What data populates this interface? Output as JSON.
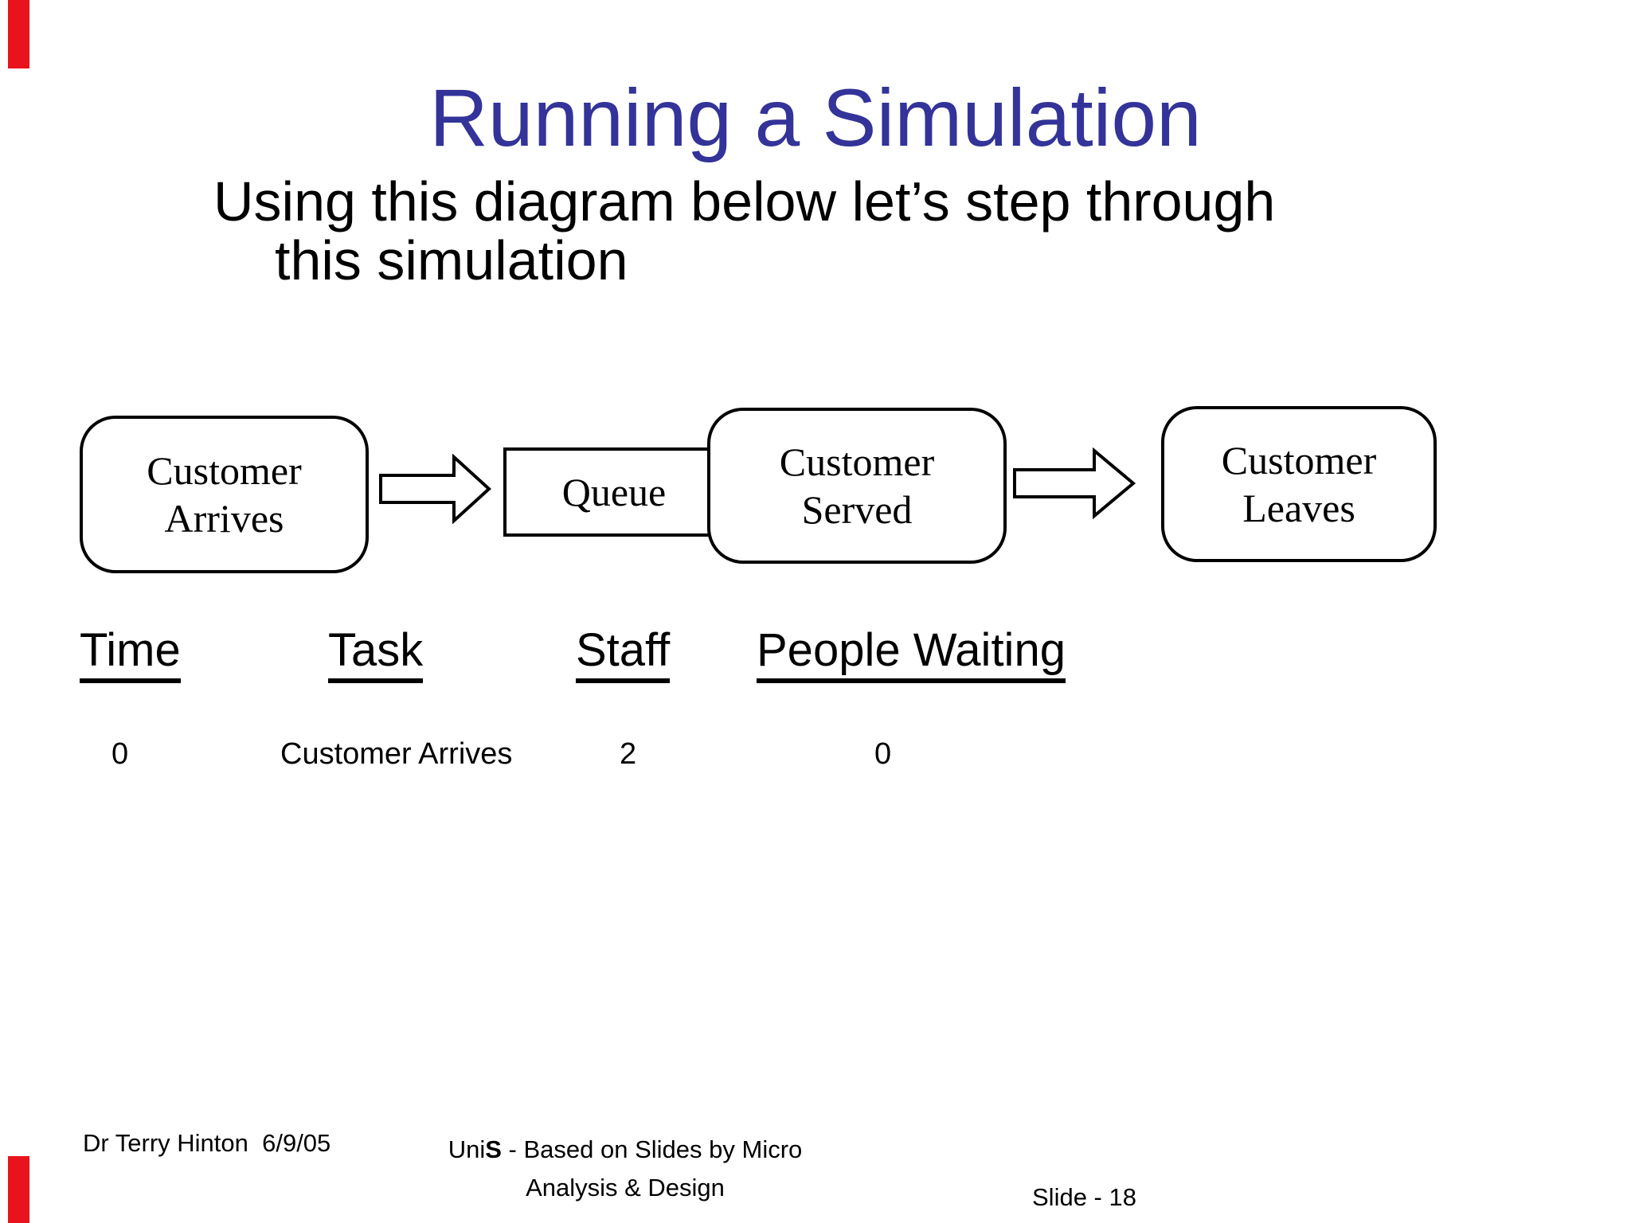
{
  "slide": {
    "title": "Running a Simulation",
    "subtitle_line1": "Using this diagram below let’s step through",
    "subtitle_line2": "this simulation"
  },
  "colors": {
    "title": "#333399",
    "text": "#000000",
    "edge_marker": "#e8131d"
  },
  "diagram": {
    "node_customer_arrives": {
      "line1": "Customer",
      "line2": "Arrives"
    },
    "node_queue": {
      "label": "Queue"
    },
    "node_customer_served": {
      "line1": "Customer",
      "line2": "Served"
    },
    "node_customer_leaves": {
      "line1": "Customer",
      "line2": "Leaves"
    }
  },
  "table": {
    "headers": [
      "Time",
      "Task",
      "Staff",
      "People Waiting"
    ],
    "rows": [
      [
        "0",
        "Customer Arrives",
        "2",
        "0"
      ]
    ]
  },
  "footer": {
    "author_date": "Dr Terry Hinton  6/9/05",
    "credit_prefix": "Uni",
    "credit_bold": "S",
    "credit_rest": " - Based on Slides by Micro",
    "credit_line2": "Analysis & Design",
    "slide_number": "Slide - 18"
  }
}
